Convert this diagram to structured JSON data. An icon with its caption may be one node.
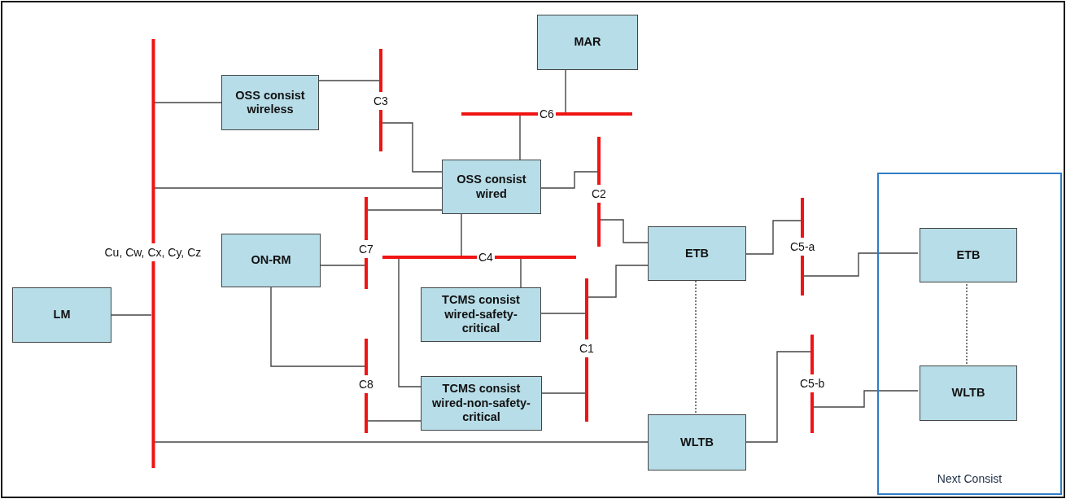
{
  "diagram": {
    "nodes": [
      {
        "text": [
          "MAR"
        ]
      },
      {
        "text": [
          "OSS consist wireless"
        ]
      },
      {
        "text": [
          "C3"
        ]
      },
      {
        "text": [
          "C6"
        ]
      },
      {
        "text": [
          "OSS consist wired"
        ]
      },
      {
        "text": [
          "C2"
        ]
      },
      {
        "text": [
          "Cu, Cw, Cx, Cy, Cz"
        ]
      },
      {
        "text": [
          "ON-RM"
        ]
      },
      {
        "text": [
          "C7"
        ]
      },
      {
        "text": [
          "C4"
        ]
      },
      {
        "text": [
          "ETB"
        ]
      },
      {
        "text": [
          "C5-a"
        ]
      },
      {
        "text": [
          "Next Consist"
        ]
      },
      {
        "text": [
          "ETB"
        ],
        "in": 12
      },
      {
        "text": [
          "LM"
        ]
      },
      {
        "text": [
          "TCMS consist wired-safety-critical"
        ]
      },
      {
        "text": [
          "C1"
        ]
      },
      {
        "text": [
          "C8"
        ]
      },
      {
        "text": [
          "TCMS consist wired-non-safety-critical"
        ]
      },
      {
        "text": [
          "C5-b"
        ]
      },
      {
        "text": [
          "WLTB"
        ],
        "in": 12
      },
      {
        "text": [
          "WLTB"
        ]
      }
    ],
    "edges": [
      {
        "from": 14,
        "to": 6,
        "arrow": "none"
      },
      {
        "from": 6,
        "to": 1,
        "arrow": "none"
      },
      {
        "from": 1,
        "to": 2,
        "arrow": "none"
      },
      {
        "from": 2,
        "to": 4,
        "arrow": "none"
      },
      {
        "from": 6,
        "to": 4,
        "arrow": "none"
      },
      {
        "from": 0,
        "to": 3,
        "arrow": "none"
      },
      {
        "from": 3,
        "to": 4,
        "arrow": "none"
      },
      {
        "from": 4,
        "to": 5,
        "arrow": "none"
      },
      {
        "from": 8,
        "to": 4,
        "arrow": "none"
      },
      {
        "from": 4,
        "to": 9,
        "arrow": "none"
      },
      {
        "from": 7,
        "to": 8,
        "arrow": "none"
      },
      {
        "from": 7,
        "to": 17,
        "arrow": "none"
      },
      {
        "from": 9,
        "to": 15,
        "arrow": "none"
      },
      {
        "from": 9,
        "to": 18,
        "arrow": "none"
      },
      {
        "from": 15,
        "to": 16,
        "arrow": "none"
      },
      {
        "from": 16,
        "to": 10,
        "arrow": "none"
      },
      {
        "from": 18,
        "to": 16,
        "arrow": "none"
      },
      {
        "from": 17,
        "to": 18,
        "arrow": "none"
      },
      {
        "from": 5,
        "to": 10,
        "arrow": "none"
      },
      {
        "from": 10,
        "to": 11,
        "arrow": "none"
      },
      {
        "from": 11,
        "to": 13,
        "arrow": "none"
      },
      {
        "from": 10,
        "to": 21,
        "arrow": "none",
        "style": "dashed"
      },
      {
        "from": 6,
        "to": 21,
        "arrow": "none"
      },
      {
        "from": 21,
        "to": 19,
        "arrow": "none"
      },
      {
        "from": 19,
        "to": 20,
        "arrow": "none"
      },
      {
        "from": 13,
        "to": 20,
        "arrow": "none",
        "style": "dashed"
      }
    ]
  }
}
